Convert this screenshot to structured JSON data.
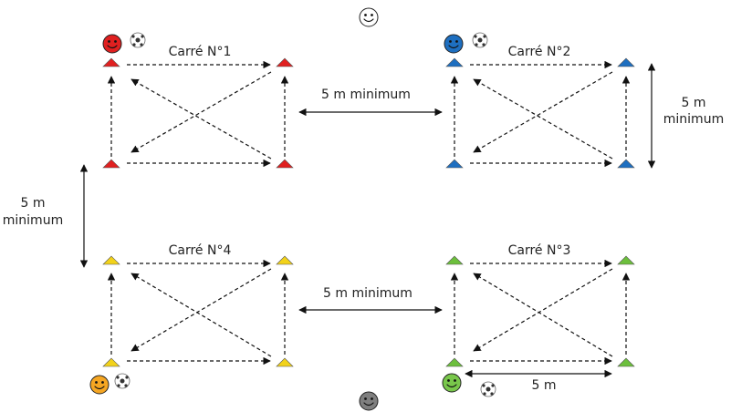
{
  "colors": {
    "square1": "#e02020",
    "square2": "#1e6fc0",
    "square3": "#6cbf3c",
    "square4": "#f2d21a",
    "smiley_top": "#ffffff",
    "smiley_bottom": "#7f7f7f",
    "smiley_orange": "#f5a623",
    "smiley_green": "#79c74b"
  },
  "squares": [
    {
      "id": 1,
      "label": "Carré N°1",
      "color": "square1"
    },
    {
      "id": 2,
      "label": "Carré N°2",
      "color": "square2"
    },
    {
      "id": 3,
      "label": "Carré N°3",
      "color": "square3"
    },
    {
      "id": 4,
      "label": "Carré N°4",
      "color": "square4"
    }
  ],
  "distances": {
    "top_between": "5 m minimum",
    "bottom_between": "5 m minimum",
    "right_vertical_line1": "5 m",
    "right_vertical_line2": "minimum",
    "left_vertical_line1": "5 m",
    "left_vertical_line2": "minimum",
    "bottom_side": "5 m"
  },
  "icons": {
    "smiley": "smiley-face-icon",
    "ball": "soccer-ball-icon",
    "cone": "cone-marker-icon"
  }
}
